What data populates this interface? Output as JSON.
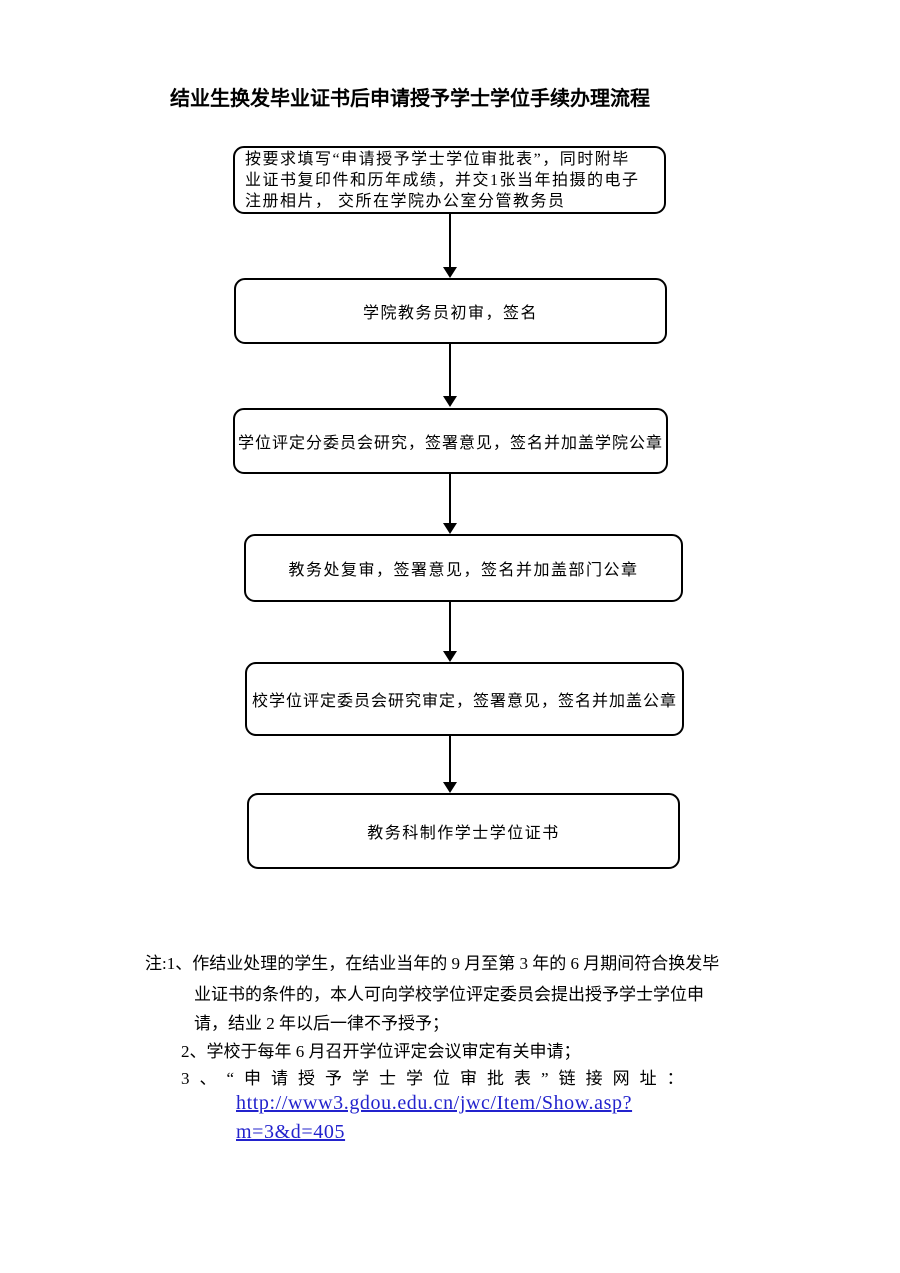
{
  "title": "结业生换发毕业证书后申请授予学士学位手续办理流程",
  "flowchart": {
    "steps": [
      {
        "name": "fill-application-form",
        "lines": [
          "按要求填写“申请授予学士学位审批表”，同时附毕",
          "业证书复印件和历年成绩，并交1张当年拍摄的电子",
          "注册相片， 交所在学院办公室分管教务员"
        ]
      },
      {
        "name": "college-staff-initial-review",
        "text": "学院教务员初审，签名"
      },
      {
        "name": "degree-subcommittee-review",
        "text": "学位评定分委员会研究，签署意见，签名并加盖学院公章"
      },
      {
        "name": "academic-affairs-recheck",
        "text": "教务处复审，签署意见，签名并加盖部门公章"
      },
      {
        "name": "university-degree-committee",
        "text": "校学位评定委员会研究审定，签署意见，签名并加盖公章"
      },
      {
        "name": "certificate-production",
        "text": "教务科制作学士学位证书"
      }
    ]
  },
  "notes": {
    "line1": "注:1、作结业处理的学生，在结业当年的 9 月至第 3 年的 6 月期间符合换发毕",
    "line2": "业证书的条件的，本人可向学校学位评定委员会提出授予学士学位申",
    "line3": "请，结业 2 年以后一律不予授予；",
    "line4": "2、学校于每年 6 月召开学位评定会议审定有关申请；",
    "line5": "3、“申请授予学士学位审批表”链接网址：",
    "link_line1": "http://www3.gdou.edu.cn/jwc/Item/Show.asp?",
    "link_line2": "m=3&d=405"
  },
  "colors": {
    "text": "#000000",
    "link": "#2323cd",
    "box_border": "#000000",
    "background": "#ffffff"
  }
}
